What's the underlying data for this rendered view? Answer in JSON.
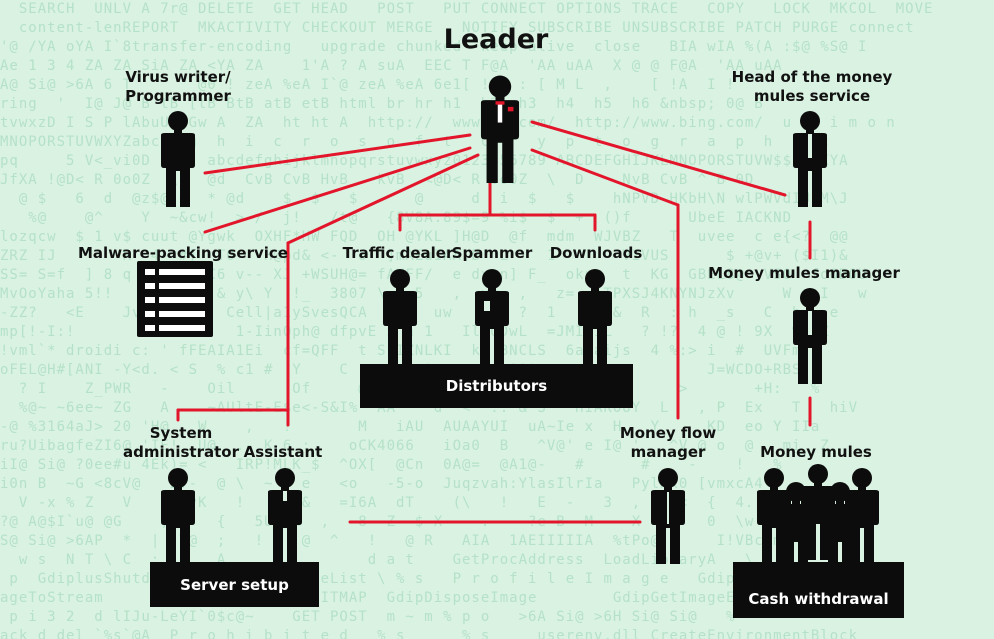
{
  "background_text": [
    "  SEARCH  UNLV A 7r@ DELETE  GET HEAD   POST   PUT CONNECT OPTIONS TRACE   COPY   LOCK  MKCOL  MOVE",
    "  content-lenREPORT  MKACTIVITY CHECKOUT MERGE   NOTIFY SUBSCRIBE UNSUBSCRIBE PATCH PURGE connect",
    "'@ /YA oYA I`8transfer-encoding   upgrade chunked  keep-alive  close   BIA wIA %(A :$@ %S@ I",
    "Ae 1 3 4 ZA ZA SiA ZA <YA ZA    1'A ? A suA  EEC T F@A  'AA uAA  X @ @ F@A  'AA uAA",
    "A@ Si@ >6A 6 T       @0 ! zeA %eA I`@ zeA %eA 6e1[ ! S : [ M L  ,    [ !A  I !",
    "ring  '  I@ J@ B tB [tB BtB atB etB html br hr h1  h2  h3  h4  h5  h6 &nbsp; 0@ B",
    "tvwxzD I S P lAbuU dGw A  ZA  ht ht A  http://  www.  .com/  http://www.bing.com/  u r  i m o n",
    "MNOPORSTUVWXYZabcdefg  h  i  c  r  o  s  o  f  t   C  r  y  p  t  o  g  r  a  p  h  i  c",
    "pq     5 V<_vi0D  U   abcdefghijklmnopqrstuvwxyz0123456789 ABCDEFGHIJKLMNOPORSTUVW$$$$$XYA",
    "JfXA !@D< R 0o0Z  \\D  @d  CvB CvB HvB   kvB  <@D< R 0o0Z  \\  D    NvB CvB ^ B 0D",
    "  @ $   6  d  @z$@ =  * @d    $  $   $      @     d  i  $   $    hNPVD HKbH\\N wlPWVdIUIM\\J",
    "   %@    @^    Y  ~&cw!  > /  j!   /t@   {8V8A:89$=9 %i$  $  +  ()f      UbeE IACKND",
    "lozqcw  $ 1 v$ cuut @Ygwk  OXHF*HW FQD  OH @YKL ]H@D  @f  mdm  WJVBZ   T  uvee  c e{<?  @@",
    "ZRZ IJ       R  4  #)  TO   H@pd& <-  o  ]mAEuIAA B  L    1       VIVUS      $ +@v+ ($I1)&",
    "SS= S=f  ] 8 q  tu 2 OC6 v-- XJ +WSUH@= fAVFF/  e dxrn] F_  okue  t  KG  GBEL8@  VSO  fo0DOU",
    "MvOoYaha 5!!   b       & y\\ Y  !_  3807 \\   5   ,  xx  ,   z=  1TPXSJ4KNYNJzXv     W   I   w",
    "-ZZ?   <E    Jv    ,U   Cell|a1ySvesQCA    o  uw   M   ?  1    5L&  R  : h  _s   C  h   e",
    "mp[!-I:!        o        1-IinQph@ dfpvE S h 1   IlIODwL  =JMIKIL   ? !?  4 @ ! 9X  %S Z",
    "!vml`* droidi c: ' fFEAIA1Ei  cf=QFF  t SPIZNLKI  k  BNCLS  6ajaijs  4 %:> i  #  UVFm",
    "oFEL@H#[ANI -Y<d. < S  % c1 #  Y    C      < ^      < &&^      >           J=WCDO+RBS",
    "  ? I    Z_PWR   -    Oil      Of     @  =  S   @ >    \\   P% I   <     >       +H:   %",
    "  %@~ ~6ee~ ZG   A    ~AUltE-E$e<-S&I%  AA    d  <  .. & S   HIAKOUY  L   , P  Ex   T   hiV",
    "-@ %3164aJ> 20 'H@   W    ,   !       M   iAU  AUAAYUI  uA~Ie x  H   Y     KD  eo Y IIa",
    "ru?UibagfeZI6@ 'IE!  U@  .- K 6 :    oCK4066   iOa0  B   ^V@' e I@ '   ^V @ o  @   mi  Z",
    "iI@ Si@ ?0ee#u 4Ek)= <   IRP!MLK_$  ^OX[  @Cn  0A@=  @A1@-   #      #    -    !   %",
    "i0n B  ~G <8cV@   2?-  @ \\  ~   e   <o   -5-o  Juqzvah:YlasIlrIa   Pylmx0 [vmxcA4",
    "  V -x % Z   V    @tvK   !   ~  &   =I6A  dT    (\\   !   E  -   3  ,   (<  {  4. &u  n 'o",
    "?@ A@$I`u@ @G    , .   {   5U  a  ,   8  Z  $ X    .    ?e B  M    X  V    0  \\w",
    "S@ Si@ >6AP  *  |  T@  ;   !    @  ^   !   @ R   AIA  1AEIIIIIA  %tPo@ ?    I!VBcomm",
    "  w s  N T \\ C  :      A               d a t    GetProcAddress  LoadLibraryA   \\  :",
    " p  GdiplusShutdown    W  \\ ProfileList \\ % s   P r o f i l e I m a g e   Gdip",
    "ageToStream                    mHBITMAP  GdipDisposeImage        GdipGetImageEncoders",
    " p i 3 2  d lIJu-LeYI`0$c@~    GET POST  m ~ m % p o   >6A Si@ >6H Si@ Si@   %  ~",
    "ack d del `%s`@A  P r o h i b i t e d   % s      % s     userenv.dll CreateEnvironmentBlock"
  ],
  "title": "Leader",
  "labels": {
    "virus_writer": [
      "Virus writer/",
      "Programmer"
    ],
    "head_money_mules": [
      "Head of the money",
      "mules service"
    ],
    "malware_packing": "Malware-packing service",
    "traffic_dealer": "Traffic dealer",
    "spammer": "Spammer",
    "downloads": "Downloads",
    "distributors": "Distributors",
    "money_mules_manager": "Money mules manager",
    "system_administrator": [
      "System",
      "administrator"
    ],
    "assistant": "Assistant",
    "money_flow_manager": [
      "Money flow",
      "manager"
    ],
    "money_mules": "Money mules",
    "server_setup": "Server setup",
    "cash_withdrawal": "Cash withdrawal"
  },
  "colors": {
    "connector": "#e3152b",
    "figure": "#0c0c0c",
    "background": "#d9f2e2",
    "noise": "#a9dcc0"
  },
  "icons": [
    "person-icon",
    "leader-person-icon",
    "server-rack-icon",
    "group-of-people-icon"
  ]
}
